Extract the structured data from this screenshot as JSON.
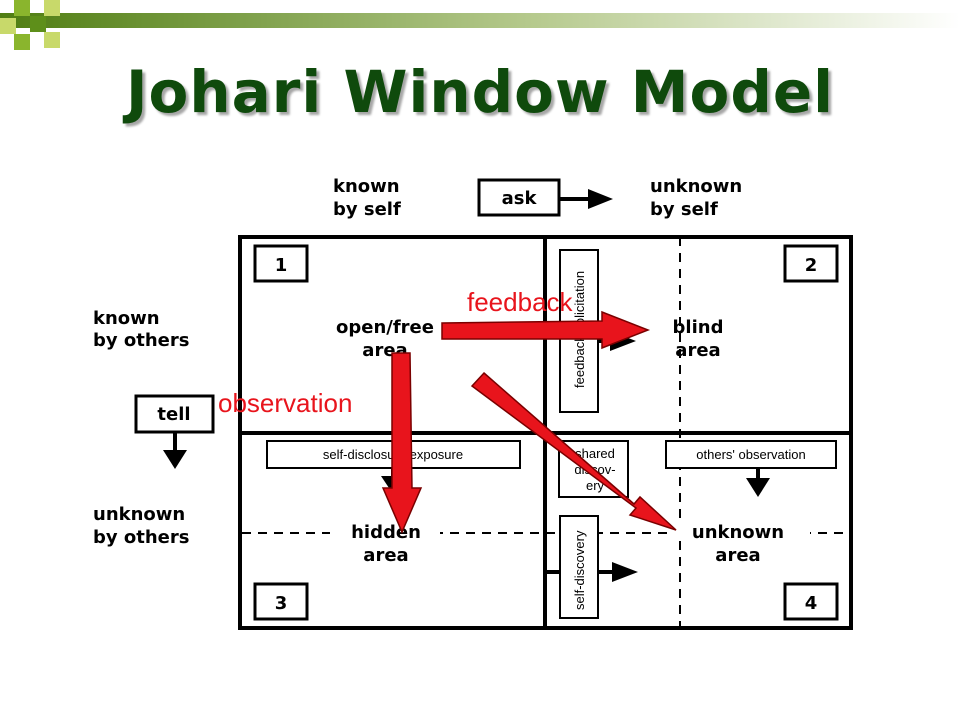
{
  "title": "Johari Window Model",
  "diagram": {
    "col_headers": {
      "left_line1": "known",
      "left_line2": "by self",
      "right_line1": "unknown",
      "right_line2": "by self"
    },
    "row_headers": {
      "top_line1": "known",
      "top_line2": "by others",
      "bottom_line1": "unknown",
      "bottom_line2": "by others"
    },
    "controls": {
      "ask": "ask",
      "tell": "tell"
    },
    "quadrants": [
      {
        "number": "1",
        "line1": "open/free",
        "line2": "area"
      },
      {
        "number": "2",
        "line1": "blind",
        "line2": "area"
      },
      {
        "number": "3",
        "line1": "hidden",
        "line2": "area"
      },
      {
        "number": "4",
        "line1": "unknown",
        "line2": "area"
      }
    ],
    "boxes": {
      "feedback_solicitation": "feedback solicitation",
      "self_disclosure": "self-disclosure/exposure",
      "shared_discovery_line1": "shared",
      "shared_discovery_line2": "discov-",
      "shared_discovery_line3": "ery",
      "others_observation": "others' observation",
      "self_discovery": "self-discovery"
    },
    "annotations": {
      "feedback": "feedback",
      "observation": "observation"
    }
  },
  "colors": {
    "title": "#0f4a0c",
    "accent_red": "#e8141c",
    "bar_green": "#6a9a1f"
  }
}
